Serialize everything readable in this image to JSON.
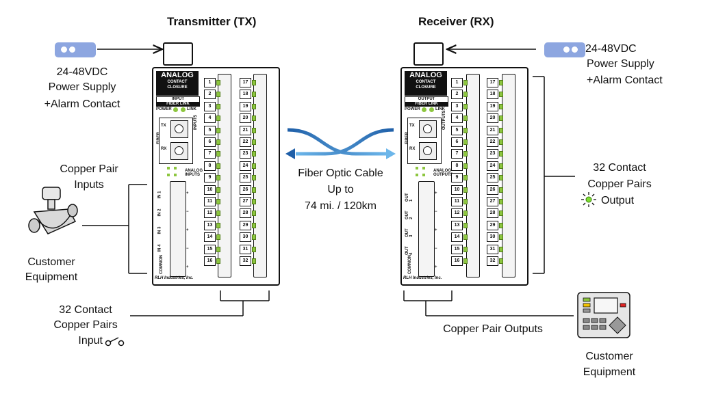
{
  "tx": {
    "title": "Transmitter (TX)",
    "brand_top": "ANALOG",
    "brand_sub1": "CONTACT",
    "brand_sub2": "CLOSURE",
    "mode": "INPUT",
    "link": "FIBER LINK",
    "power": "POWER",
    "link_led": "LINK",
    "port_tx": "TX",
    "port_rx": "RX",
    "fiber": "FIBER",
    "group_label": "INPUTS",
    "analog_label": "ANALOG INPUTS",
    "channels": [
      "IN 1",
      "IN 2",
      "IN 3",
      "IN 4",
      "COMMON"
    ],
    "maker": "RLH Industries, Inc."
  },
  "rx": {
    "title": "Receiver (RX)",
    "brand_top": "ANALOG",
    "brand_sub1": "CONTACT",
    "brand_sub2": "CLOSURE",
    "mode": "OUTPUT",
    "link": "FIBER LINK",
    "power": "POWER",
    "link_led": "LINK",
    "port_tx": "TX",
    "port_rx": "RX",
    "fiber": "FIBER",
    "group_label": "OUTPUTS",
    "analog_label": "ANALOG OUTPUTS",
    "channels": [
      "OUT 1",
      "OUT 2",
      "OUT 3",
      "OUT 4",
      "COMMON"
    ],
    "maker": "RLH Industries, Inc."
  },
  "labels": {
    "tx_power_1": "24-48VDC",
    "tx_power_2": "Power Supply",
    "tx_power_3": "+Alarm Contact",
    "rx_power_1": "24-48VDC",
    "rx_power_2": "Power Supply",
    "rx_power_3": "+Alarm Contact",
    "copper_in_1": "Copper Pair",
    "copper_in_2": "Inputs",
    "cust_left_1": "Customer",
    "cust_left_2": "Equipment",
    "contact_in_1": "32 Contact",
    "contact_in_2": "Copper Pairs",
    "contact_in_3": "Input",
    "fiber_1": "Fiber Optic Cable",
    "fiber_2": "Up to",
    "fiber_3": "74 mi. / 120km",
    "contact_out_1": "32 Contact",
    "contact_out_2": "Copper Pairs",
    "contact_out_3": "Output",
    "copper_out": "Copper Pair Outputs",
    "cust_right_1": "Customer",
    "cust_right_2": "Equipment"
  },
  "terminals_left": [
    "1",
    "2",
    "3",
    "4",
    "5",
    "6",
    "7",
    "8",
    "9",
    "10",
    "11",
    "12",
    "13",
    "14",
    "15",
    "16"
  ],
  "terminals_right": [
    "17",
    "18",
    "19",
    "20",
    "21",
    "22",
    "23",
    "24",
    "25",
    "26",
    "27",
    "28",
    "29",
    "30",
    "31",
    "32"
  ],
  "analog_pins": [
    "1",
    "2",
    "3",
    "4"
  ],
  "colors": {
    "led": "#8dc63f",
    "fiber_dark": "#1f5fa8",
    "fiber_light": "#4fa3e0",
    "psu": "#8da6e0"
  }
}
